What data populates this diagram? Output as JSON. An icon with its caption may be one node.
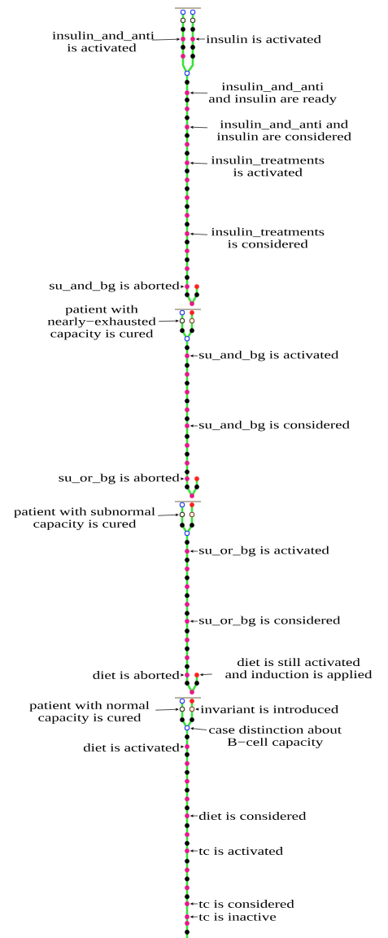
{
  "diagram": {
    "nodes": [
      {
        "text": [
          "insulin_and_anti is activated"
        ]
      },
      {
        "text": [
          "insulin is activated"
        ]
      },
      {
        "text": [
          "insulin_and_anti and insulin are ready"
        ]
      },
      {
        "text": [
          "insulin_and_anti and insulin are considered"
        ]
      },
      {
        "text": [
          "insulin_treatments is activated"
        ]
      },
      {
        "text": [
          "insulin_treatments is considered"
        ]
      },
      {
        "text": [
          "su_and_bg is aborted"
        ]
      },
      {
        "text": [
          "patient with nearly−exhausted capacity is cured"
        ]
      },
      {
        "text": [
          "su_and_bg is activated"
        ]
      },
      {
        "text": [
          "su_and_bg is considered"
        ]
      },
      {
        "text": [
          "su_or_bg is aborted"
        ]
      },
      {
        "text": [
          "patient with subnormal capacity is cured"
        ]
      },
      {
        "text": [
          "su_or_bg is activated"
        ]
      },
      {
        "text": [
          "su_or_bg is considered"
        ]
      },
      {
        "text": [
          "diet is aborted"
        ]
      },
      {
        "text": [
          "diet is still activated and induction is applied"
        ]
      },
      {
        "text": [
          "patient with normal capacity is cured"
        ]
      },
      {
        "text": [
          "invariant is introduced"
        ]
      },
      {
        "text": [
          "case distinction about B−cell capacity"
        ]
      },
      {
        "text": [
          "diet is activated"
        ]
      },
      {
        "text": [
          "diet is considered"
        ]
      },
      {
        "text": [
          "tc is activated"
        ]
      },
      {
        "text": [
          "tc is considered"
        ]
      },
      {
        "text": [
          "tc is inactive"
        ]
      },
      {
        "text": [],
        "shape": "circle"
      },
      {
        "text": [],
        "shape": "circle"
      },
      {
        "text": [],
        "shape": "circle"
      },
      {
        "text": [],
        "shape": "circle"
      },
      {
        "text": [],
        "shape": "circle"
      },
      {
        "text": [],
        "shape": "circle"
      },
      {
        "text": [],
        "shape": "circle"
      },
      {
        "text": [],
        "shape": "circle"
      },
      {
        "text": [],
        "shape": "circle"
      },
      {
        "text": [],
        "shape": "circle"
      },
      {
        "text": [],
        "shape": "circle"
      },
      {
        "text": [],
        "shape": "circle"
      },
      {
        "text": [],
        "shape": "circle"
      },
      {
        "text": [],
        "shape": "circle"
      },
      {
        "text": [],
        "shape": "circle"
      },
      {
        "text": [],
        "shape": "circle"
      },
      {
        "text": [],
        "shape": "circle"
      },
      {
        "text": [],
        "shape": "circle"
      },
      {
        "text": [],
        "shape": "circle"
      },
      {
        "text": [],
        "shape": "circle"
      },
      {
        "text": [],
        "shape": "circle"
      },
      {
        "text": [],
        "shape": "circle"
      },
      {
        "text": [],
        "shape": "circle"
      },
      {
        "text": [],
        "shape": "circle"
      }
    ],
    "edges": [
      {
        "from": 0,
        "to": 24,
        "arrow": "to"
      },
      {
        "from": 1,
        "to": 25,
        "arrow": "to"
      },
      {
        "from": 2,
        "to": 26,
        "arrow": "to"
      },
      {
        "from": 3,
        "to": 27,
        "arrow": "to"
      },
      {
        "from": 4,
        "to": 28,
        "arrow": "to"
      },
      {
        "from": 5,
        "to": 29,
        "arrow": "to"
      },
      {
        "from": 6,
        "to": 30,
        "arrow": "to"
      },
      {
        "from": 7,
        "to": 31,
        "arrow": "to"
      },
      {
        "from": 8,
        "to": 32,
        "arrow": "to"
      },
      {
        "from": 9,
        "to": 33,
        "arrow": "to"
      },
      {
        "from": 10,
        "to": 34,
        "arrow": "to"
      },
      {
        "from": 11,
        "to": 35,
        "arrow": "to"
      },
      {
        "from": 12,
        "to": 36,
        "arrow": "to"
      },
      {
        "from": 13,
        "to": 37,
        "arrow": "to"
      },
      {
        "from": 14,
        "to": 38,
        "arrow": "to"
      },
      {
        "from": 15,
        "to": 39,
        "arrow": "to"
      },
      {
        "from": 16,
        "to": 40,
        "arrow": "to"
      },
      {
        "from": 17,
        "to": 41,
        "arrow": "to"
      },
      {
        "from": 18,
        "to": 42,
        "arrow": "to"
      },
      {
        "from": 19,
        "to": 43,
        "arrow": "to"
      },
      {
        "from": 20,
        "to": 44,
        "arrow": "to"
      },
      {
        "from": 21,
        "to": 45,
        "arrow": "to"
      },
      {
        "from": 22,
        "to": 46,
        "arrow": "to"
      },
      {
        "from": 23,
        "to": 47,
        "arrow": "to"
      }
    ]
  }
}
